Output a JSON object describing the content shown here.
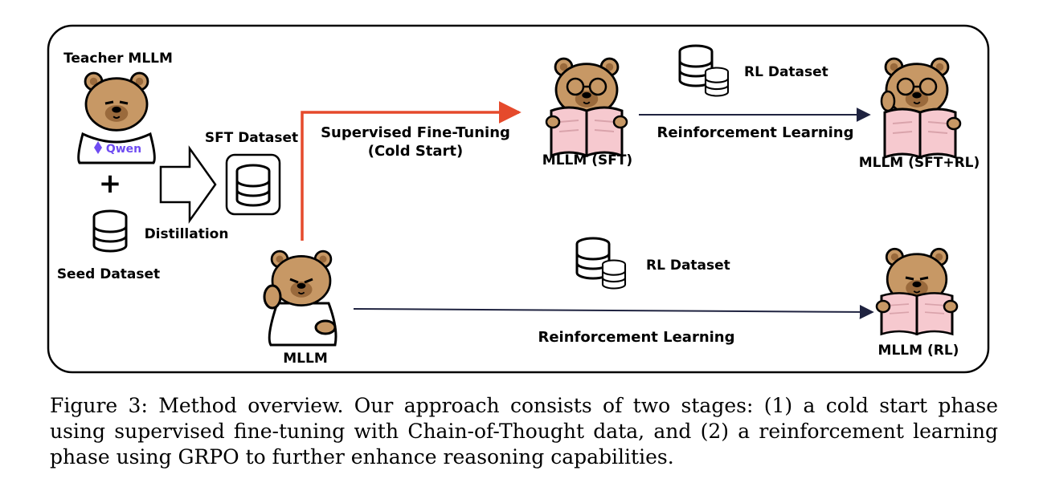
{
  "diagram": {
    "teacher": {
      "label": "Teacher MLLM",
      "shirt_logo": "Qwen",
      "plus": "+"
    },
    "seed_dataset": {
      "label": "Seed Dataset",
      "icon": "database-icon"
    },
    "distillation": {
      "label": "Distillation",
      "icon": "hollow-arrow-icon"
    },
    "sft_dataset": {
      "label": "SFT Dataset",
      "icon": "database-icon"
    },
    "base_mllm": {
      "label": "MLLM"
    },
    "sft_edge": {
      "line1": "Supervised Fine-Tuning",
      "line2": "(Cold Start)"
    },
    "mllm_sft": {
      "label": "MLLM (SFT)"
    },
    "rl_dataset_top": {
      "label": "RL Dataset",
      "icon": "database-icon"
    },
    "rl_edge_top": {
      "label": "Reinforcement Learning"
    },
    "mllm_sft_rl": {
      "label": "MLLM (SFT+RL)"
    },
    "rl_dataset_bottom": {
      "label": "RL Dataset",
      "icon": "database-icon"
    },
    "rl_edge_bottom": {
      "label": "Reinforcement Learning"
    },
    "mllm_rl": {
      "label": "MLLM (RL)"
    },
    "colors": {
      "bear_fur": "#c79865",
      "bear_fur_dark": "#9a6a3c",
      "book_pink": "#f6c9cf",
      "sft_arrow": "#e54a2c",
      "qwen_purple": "#6f4cf2"
    }
  },
  "caption": "Figure 3: Method overview. Our approach consists of two stages: (1) a cold start phase using supervised fine-tuning with Chain-of-Thought data, and (2) a reinforcement learning phase using GRPO to further enhance reasoning capabilities."
}
